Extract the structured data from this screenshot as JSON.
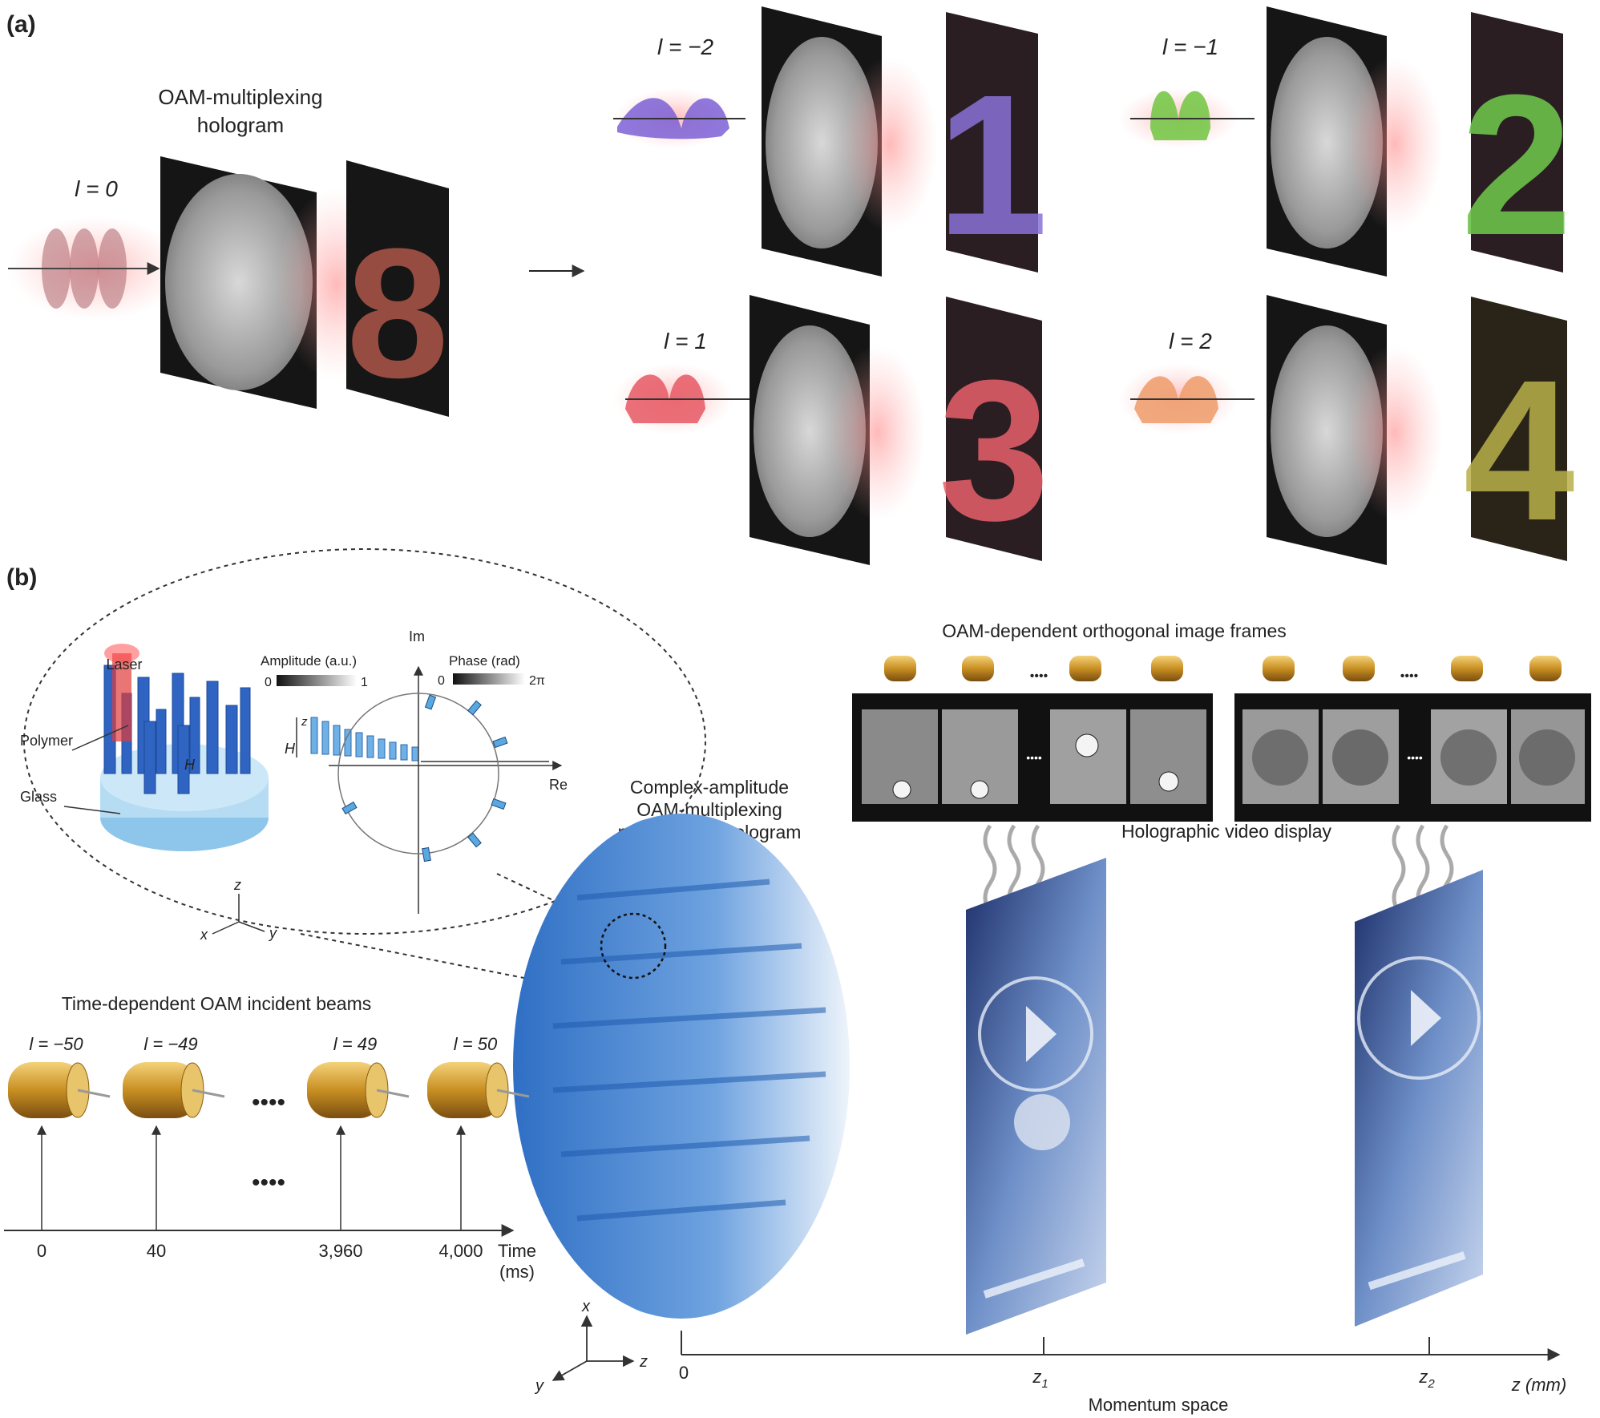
{
  "panel_a": {
    "label": "(a)",
    "hologram_title_1": "OAM-multiplexing",
    "hologram_title_2": "hologram",
    "input_l": "l = 0",
    "outputs": [
      {
        "l": "l = −2",
        "digit": "1",
        "color": "#8a72d8"
      },
      {
        "l": "l = −1",
        "digit": "2",
        "color": "#6cc24a"
      },
      {
        "l": "l = 1",
        "digit": "3",
        "color": "#e8606a"
      },
      {
        "l": "l = 2",
        "digit": "4",
        "color": "#b8b04a"
      }
    ]
  },
  "panel_b": {
    "label": "(b)",
    "inset": {
      "laser": "Laser",
      "polymer": "Polymer",
      "glass": "Glass",
      "amplitude": "Amplitude (a.u.)",
      "amp_min": "0",
      "amp_max": "1",
      "phase": "Phase (rad)",
      "phase_min": "0",
      "phase_max": "2π",
      "im": "Im",
      "re": "Re",
      "h": "H",
      "z": "z",
      "axes": {
        "x": "x",
        "y": "y",
        "z": "z"
      }
    },
    "hologram_title": [
      "Complex-amplitude",
      "OAM-multiplexing",
      "metasurface hologram"
    ],
    "frames_title": "OAM-dependent orthogonal image frames",
    "video_title": "Holographic video display",
    "beams_title": "Time-dependent OAM incident beams",
    "beams": [
      {
        "l": "l = −50",
        "t": "0"
      },
      {
        "l": "l = −49",
        "t": "40"
      },
      {
        "l": "l = 49",
        "t": "3,960"
      },
      {
        "l": "l = 50",
        "t": "4,000"
      }
    ],
    "ellipsis": "••••",
    "time_label_1": "Time",
    "time_label_2": "(ms)",
    "z_axis": {
      "zero": "0",
      "z1": "z",
      "z1_sub": "1",
      "z2": "z",
      "z2_sub": "2",
      "label": "z (mm)",
      "caption": "Momentum space"
    },
    "coord": {
      "x": "x",
      "y": "y",
      "z": "z"
    },
    "colors": {
      "accent_blue": "#3a7fd0",
      "beam_gold": "#c99a2e",
      "film": "#111111"
    }
  }
}
